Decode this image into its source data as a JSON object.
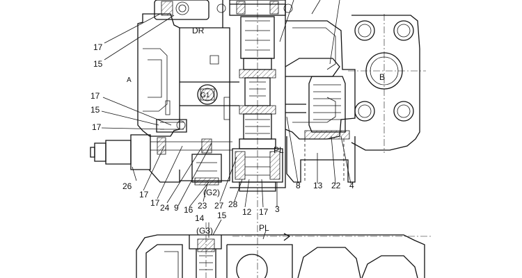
{
  "ports": {
    "dr": "DR",
    "a": "A",
    "b": "B",
    "pl_upper": "PL",
    "pl_lower": "PL",
    "g1": "G1",
    "g2": "(G2)",
    "g3": "(G3)"
  },
  "callouts": {
    "c17_top": "17",
    "c15_top": "15",
    "c17_mid": "17",
    "c15_mid": "15",
    "c17_mid2": "17",
    "c26": "26",
    "c17_bot_a": "17",
    "c17_bot_b": "17",
    "c24": "24",
    "c9": "9",
    "c16": "16",
    "c23": "23",
    "c27": "27",
    "c28": "28",
    "c12": "12",
    "c17_bot_c": "17",
    "c3": "3",
    "c8": "8",
    "c13": "13",
    "c22": "22",
    "c4": "4",
    "c14": "14",
    "c15_low": "15"
  }
}
